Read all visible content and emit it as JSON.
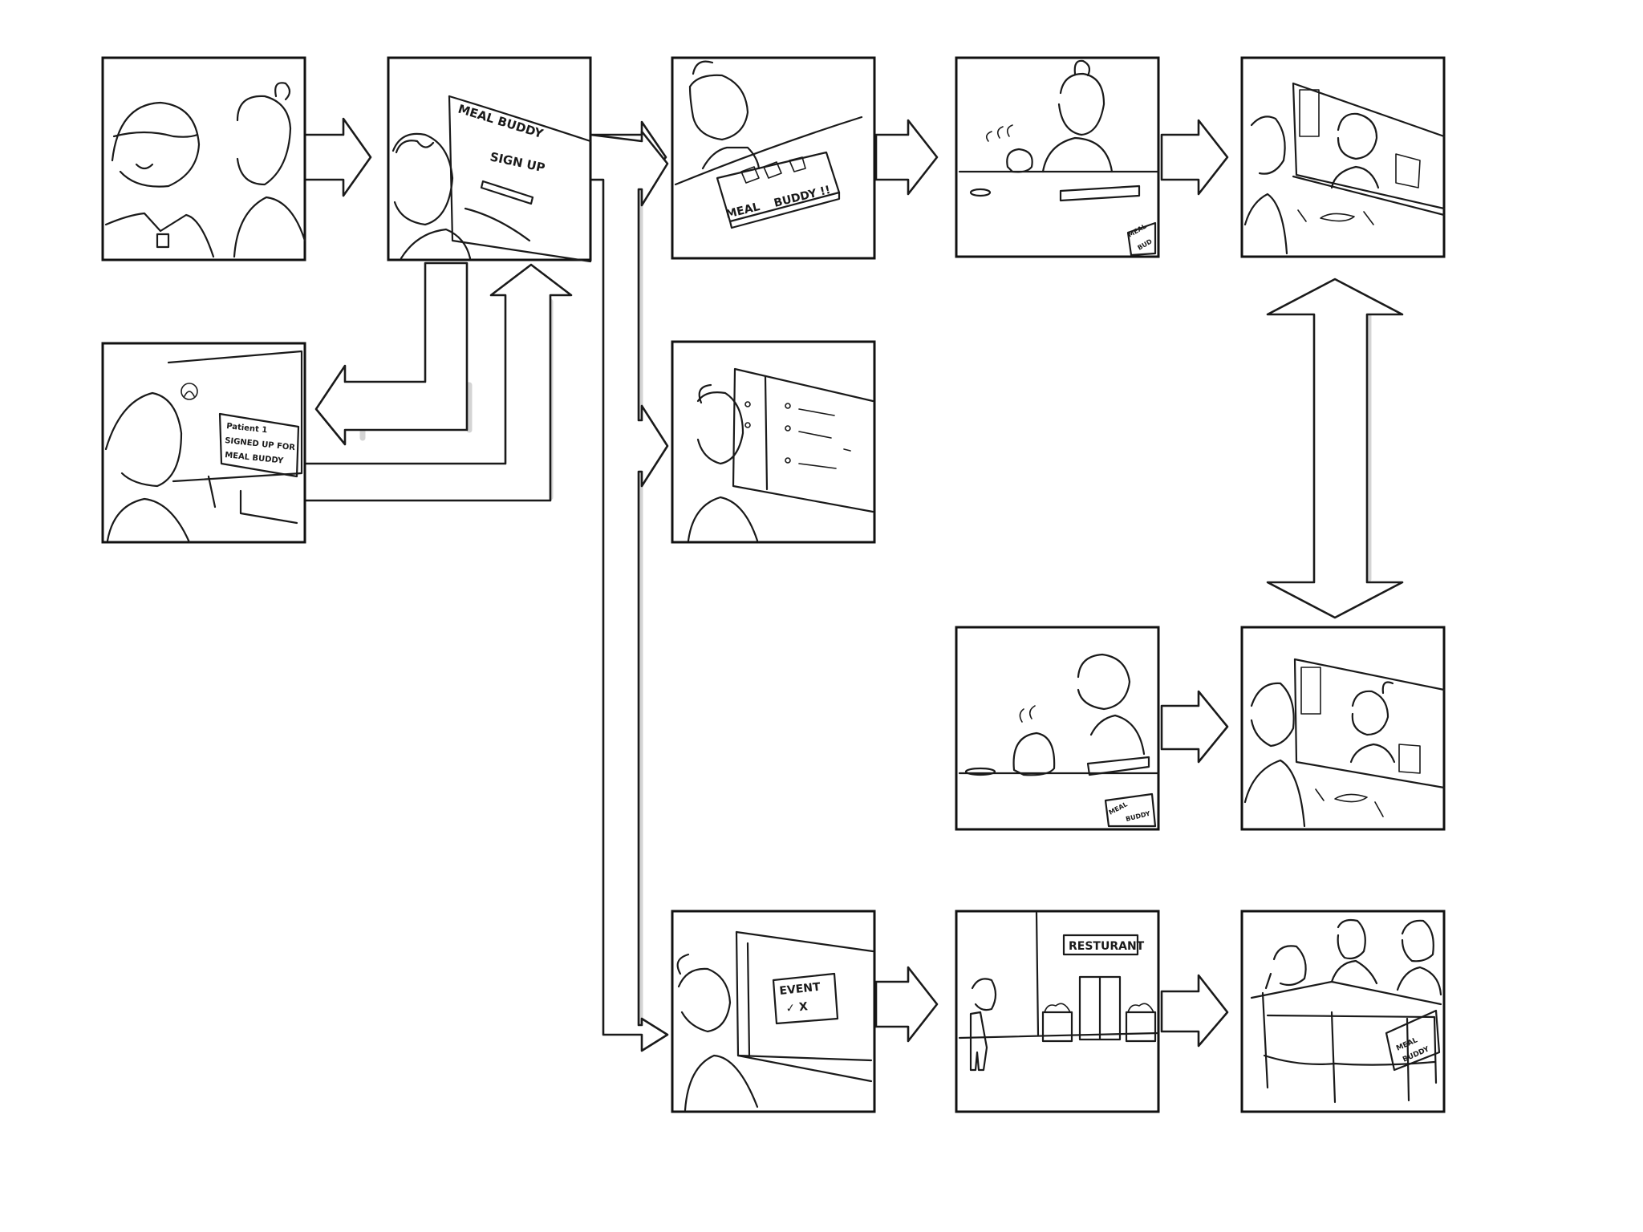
{
  "panels": {
    "sign_up_screen": {
      "line1": "MEAL BUDDY",
      "line2": "SIGN UP"
    },
    "staff_screen": {
      "line1": "Patient 1",
      "line2": "SIGNED UP FOR",
      "line3": "MEAL BUDDY"
    },
    "delivery_box": {
      "line1": "MEAL",
      "line2": "BUDDY !!"
    },
    "kitchen_box": {
      "line1": "MEAL",
      "line2": "BUD"
    },
    "kitchen_box_2": {
      "line1": "MEAL",
      "line2": "BUDDY"
    },
    "event_screen": {
      "title": "EVENT",
      "choices": "✓   X"
    },
    "restaurant_sign": {
      "text": "RESTURANT"
    },
    "table_sign": {
      "line1": "MEAL",
      "line2": "BUDDY"
    }
  }
}
